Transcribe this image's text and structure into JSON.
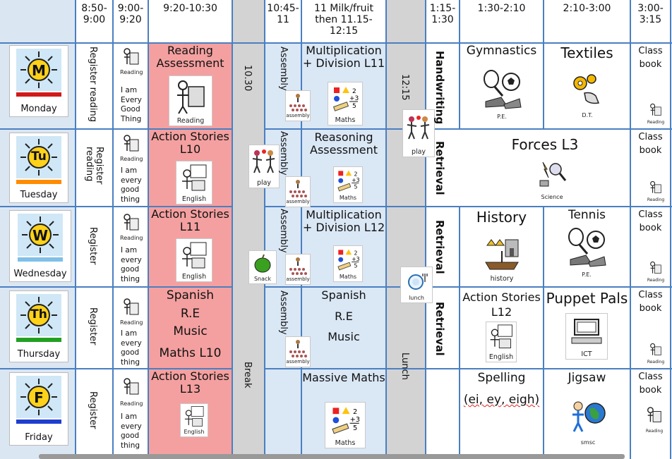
{
  "colors": {
    "header": "#ffffff",
    "day_col": "#dbe6f3",
    "break_col": "#d3d3d3",
    "pink": "#f4a0a0",
    "light_blue": "#dae7f5",
    "grid": "#4a7fc1",
    "mon": "#d11a1a",
    "tue": "#ff8c00",
    "wed": "#7fbfe8",
    "thu": "#22a022",
    "fri": "#1f3fd0"
  },
  "header": {
    "t1": "8:50-9:00",
    "t2": "9:00-9:20",
    "t3": "9:20-10:30",
    "t4": "10:45-11",
    "t5": "11 Milk/fruit then 11.15-12:15",
    "t6": "1:15-1:30",
    "t7": "1:30-2:10",
    "t8": "2:10-3:00",
    "t9": "3:00-3:15"
  },
  "break": {
    "time": "10.30",
    "label": "Break"
  },
  "lunch": {
    "time": "12:15",
    "label": "Lunch"
  },
  "days": [
    {
      "letter": "M",
      "name": "Monday"
    },
    {
      "letter": "Tu",
      "name": "Tuesday"
    },
    {
      "letter": "W",
      "name": "Wednesday"
    },
    {
      "letter": "Th",
      "name": "Thursday"
    },
    {
      "letter": "F",
      "name": "Friday"
    }
  ],
  "register": [
    "Register reading",
    "Register reading",
    "Register",
    "Register",
    "Register"
  ],
  "iaegt": {
    "mon": "I am Every Good Thing",
    "rest": "I am every good thing"
  },
  "lessons": {
    "mon_am": "Reading Assessment",
    "tue_am": "Action Stories L10",
    "wed_am": "Action Stories L11",
    "thu_am": [
      "Spanish",
      "R.E",
      "Music",
      "Maths L10"
    ],
    "fri_am": "Action Stories L13",
    "mon_mid": "Multiplication + Division L11",
    "tue_mid": "Reasoning Assessment",
    "wed_mid": "Multiplication + Division L12",
    "thu_mid": [
      "Spanish",
      "R.E",
      "Music"
    ],
    "fri_mid": "Massive Maths",
    "assembly": "Assembly",
    "mon_aft": "Handwriting",
    "retrieval": "Retrieval",
    "mon_p1": "Gymnastics",
    "mon_p2": "Textiles",
    "tue_p": "Forces L3",
    "wed_p1": "History",
    "wed_p2": "Tennis",
    "thu_p1": "Action Stories L12",
    "thu_p2": "Puppet Pals",
    "fri_p1": "Spelling",
    "fri_p1b": "(ei, ey, eigh)",
    "fri_p2": "Jigsaw",
    "classbook": "Class book"
  },
  "symbols": {
    "reading": "Reading",
    "english": "English",
    "maths": "Maths",
    "assembly": "assembly",
    "play": "play",
    "snack": "Snack",
    "lunch": "lunch",
    "pe": "P.E.",
    "dt": "D.T.",
    "science": "Science",
    "history": "history",
    "ict": "ICT",
    "smsc": "smsc"
  }
}
